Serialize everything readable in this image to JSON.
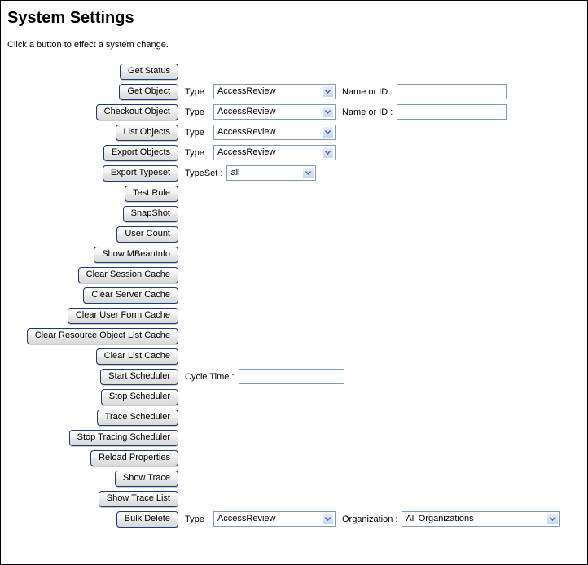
{
  "page": {
    "title": "System Settings",
    "intro": "Click a button to effect a system change."
  },
  "labels": {
    "type": "Type :",
    "typeset": "TypeSet :",
    "name_or_id": "Name or ID :",
    "cycle_time": "Cycle Time :",
    "organization": "Organization :"
  },
  "values": {
    "type_default": "AccessReview",
    "typeset_default": "all",
    "organization_default": "All Organizations",
    "name_or_id_value": "",
    "cycle_time_value": ""
  },
  "icons": {
    "dropdown_arrow": "chevron-down-icon"
  },
  "colors": {
    "button_border": "#1f3a6e",
    "field_border": "#7f9db9",
    "arrow_fill": "#3f5fa8",
    "frame_border": "#000000",
    "page_background": "#ffffff"
  },
  "rows": [
    {
      "button": "Get Status",
      "controls": []
    },
    {
      "button": "Get Object",
      "controls": [
        "type",
        "nameid"
      ]
    },
    {
      "button": "Checkout Object",
      "controls": [
        "type",
        "nameid"
      ]
    },
    {
      "button": "List Objects",
      "controls": [
        "type"
      ]
    },
    {
      "button": "Export Objects",
      "controls": [
        "type"
      ]
    },
    {
      "button": "Export Typeset",
      "controls": [
        "typeset"
      ]
    },
    {
      "button": "Test Rule",
      "controls": []
    },
    {
      "button": "SnapShot",
      "controls": []
    },
    {
      "button": "User Count",
      "controls": []
    },
    {
      "button": "Show MBeanInfo",
      "controls": []
    },
    {
      "button": "Clear Session Cache",
      "controls": []
    },
    {
      "button": "Clear Server Cache",
      "controls": []
    },
    {
      "button": "Clear User Form Cache",
      "controls": []
    },
    {
      "button": "Clear Resource Object List Cache",
      "controls": []
    },
    {
      "button": "Clear List Cache",
      "controls": []
    },
    {
      "button": "Start Scheduler",
      "controls": [
        "cycle"
      ]
    },
    {
      "button": "Stop Scheduler",
      "controls": []
    },
    {
      "button": "Trace Scheduler",
      "controls": []
    },
    {
      "button": "Stop Tracing Scheduler",
      "controls": []
    },
    {
      "button": "Reload Properties",
      "controls": []
    },
    {
      "button": "Show Trace",
      "controls": []
    },
    {
      "button": "Show Trace List",
      "controls": []
    },
    {
      "button": "Bulk Delete",
      "controls": [
        "type",
        "org"
      ]
    }
  ]
}
